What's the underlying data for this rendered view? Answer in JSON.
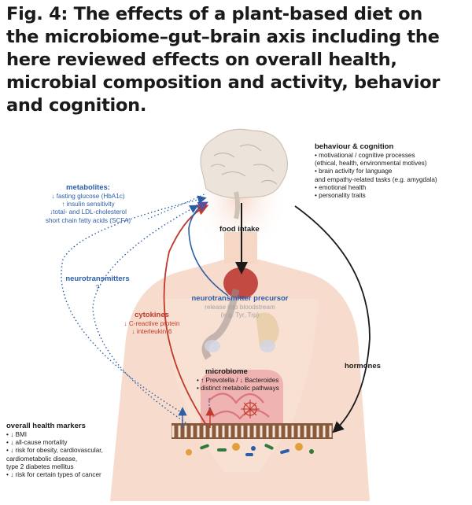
{
  "title_lines": [
    "Fig. 4: The effects of a plant-based diet on",
    "the microbiome–gut–brain axis including the",
    "here reviewed effects on overall health,",
    "microbial composition and activity, behavior",
    "and cognition."
  ],
  "behaviour": {
    "heading": "behaviour & cognition",
    "items": [
      "•  motivational / cognitive processes",
      "    (ethical, health, environmental motives)",
      "•  brain activity for language",
      "    and empathy-related tasks (e.g. amygdala)",
      "•  emotional health",
      "•  personality traits"
    ]
  },
  "metabolites": {
    "heading": "metabolites:",
    "items": [
      "↓ fasting glucose (HbA1c)",
      "↑ insulin sensitivity",
      "↓total- and LDL-cholesterol",
      "short chain fatty acids (SCFA)"
    ]
  },
  "food_intake": "food intake",
  "neurotransmitters": {
    "heading": "neurotransmitters",
    "note": "?"
  },
  "precursor": {
    "heading": "neurotransmitter precursor",
    "items": [
      "release into bloodstream",
      "(e.g. Tyr, Trp)"
    ]
  },
  "cytokines": {
    "heading": "cytokines",
    "items": [
      "↓ C-reactive protein",
      "↓ interleukin-6"
    ]
  },
  "hormones": "hormones",
  "microbiome": {
    "heading": "microbiome",
    "items": [
      "•  ↑ Prevotella / ↓ Bacteroides",
      "•  distinct metabolic pathways"
    ]
  },
  "health": {
    "heading": "overall health markers",
    "items": [
      "•  ↓ BMI",
      "•  ↓ all-cause mortality",
      "•  ↓ risk for obesity, cardiovascular,",
      "    cardiometabolic disease,",
      "    type 2 diabetes mellitus",
      "•  ↓ risk for certain types of cancer"
    ]
  },
  "colors": {
    "blue": "#2b5ea8",
    "red": "#c0392b",
    "skin": "#f6d6c4",
    "brain": "#ece3db",
    "stomach": "#b9302a",
    "intestine": "#e88e97"
  }
}
